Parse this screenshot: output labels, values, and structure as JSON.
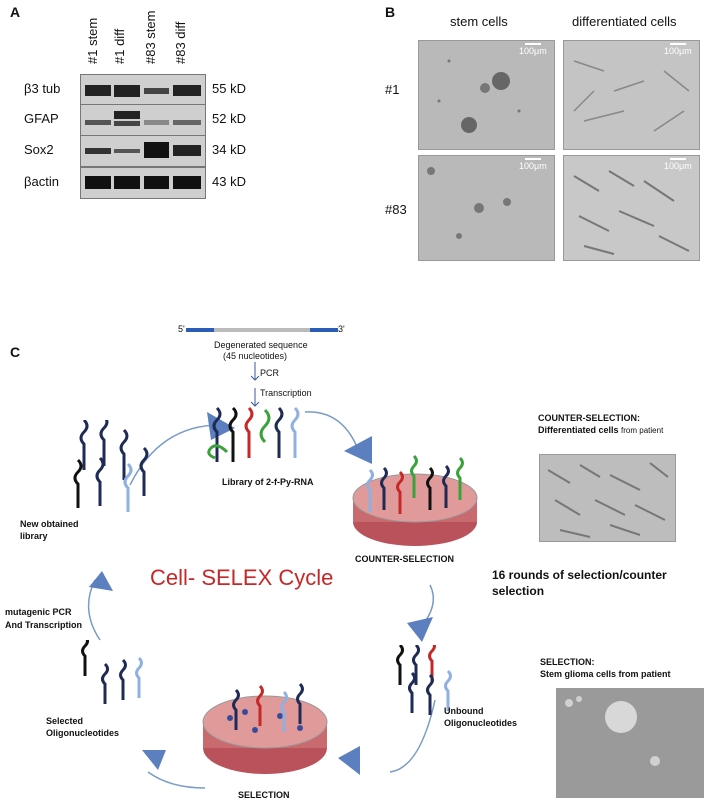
{
  "panel_a": {
    "letter": "A",
    "lanes": [
      "#1 stem",
      "#1 diff",
      "#83 stem",
      "#83 diff"
    ],
    "rows": [
      {
        "label": "β3 tub",
        "kd": "55 kD"
      },
      {
        "label": "GFAP",
        "kd": "52 kD"
      },
      {
        "label": "Sox2",
        "kd": "34 kD"
      },
      {
        "label": "βactin",
        "kd": "43 kD"
      }
    ]
  },
  "panel_b": {
    "letter": "B",
    "col_labels": [
      "stem cells",
      "differentiated cells"
    ],
    "row_labels": [
      "#1",
      "#83"
    ],
    "scale_bar": "100μm"
  },
  "panel_c": {
    "letter": "C",
    "seq_5": "5'",
    "seq_3": "3'",
    "degenerated_line1": "Degenerated sequence",
    "degenerated_line2": "(45 nucleotides)",
    "pcr": "PCR",
    "transcription": "Transcription",
    "library": "Library of 2-f-Py-RNA",
    "new_library_line1": "New obtained",
    "new_library_line2": "library",
    "counter_selection": "COUNTER-SELECTION",
    "counter_title": "COUNTER-SELECTION:",
    "counter_desc": "Differentiated cells",
    "counter_desc_small": "from patient",
    "cycle_title": "Cell- SELEX Cycle",
    "rounds_line1": "16 rounds of selection/counter",
    "rounds_line2": "selection",
    "mutagenic_line1": "mutagenic PCR",
    "mutagenic_line2": "And Transcription",
    "selected_line1": "Selected",
    "selected_line2": "Oligonucleotides",
    "unbound_line1": "Unbound",
    "unbound_line2": "Oligonucleotides",
    "selection_title": "SELECTION:",
    "selection_desc": "Stem glioma cells from patient",
    "selection": "SELECTION"
  }
}
